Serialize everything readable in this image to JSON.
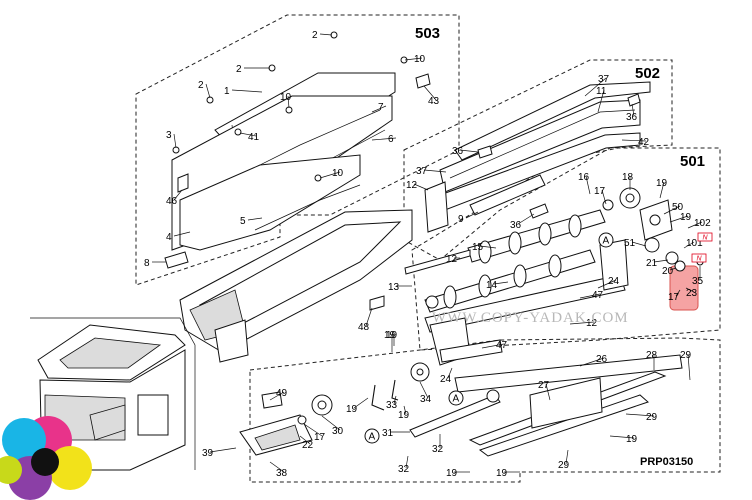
{
  "groups": [
    {
      "id": "503",
      "label": "503"
    },
    {
      "id": "502",
      "label": "502"
    },
    {
      "id": "501",
      "label": "501"
    }
  ],
  "callouts": [
    {
      "id": "g503-2a",
      "text": "2"
    },
    {
      "id": "g503-2b",
      "text": "2"
    },
    {
      "id": "g503-2c",
      "text": "2"
    },
    {
      "id": "g503-10a",
      "text": "10"
    },
    {
      "id": "g503-10b",
      "text": "10"
    },
    {
      "id": "g503-10c",
      "text": "10"
    },
    {
      "id": "g503-1",
      "text": "1"
    },
    {
      "id": "g503-7",
      "text": "7"
    },
    {
      "id": "g503-43",
      "text": "43"
    },
    {
      "id": "g503-3",
      "text": "3"
    },
    {
      "id": "g503-41",
      "text": "41"
    },
    {
      "id": "g503-6",
      "text": "6"
    },
    {
      "id": "g503-46",
      "text": "46"
    },
    {
      "id": "g503-5",
      "text": "5"
    },
    {
      "id": "g503-4",
      "text": "4"
    },
    {
      "id": "g503-8",
      "text": "8"
    },
    {
      "id": "g502-37a",
      "text": "37"
    },
    {
      "id": "g502-11",
      "text": "11"
    },
    {
      "id": "g502-36a",
      "text": "36"
    },
    {
      "id": "g502-42",
      "text": "42"
    },
    {
      "id": "g502-36b",
      "text": "36"
    },
    {
      "id": "g502-37b",
      "text": "37"
    },
    {
      "id": "g502-12a",
      "text": "12"
    },
    {
      "id": "g502-9",
      "text": "9"
    },
    {
      "id": "g502-36c",
      "text": "36"
    },
    {
      "id": "g501-16",
      "text": "16"
    },
    {
      "id": "g501-17a",
      "text": "17"
    },
    {
      "id": "g501-18",
      "text": "18"
    },
    {
      "id": "g501-19a",
      "text": "19"
    },
    {
      "id": "g501-50",
      "text": "50"
    },
    {
      "id": "g501-19b",
      "text": "19"
    },
    {
      "id": "g501-102",
      "text": "102"
    },
    {
      "id": "g501-101",
      "text": "101"
    },
    {
      "id": "g501-51",
      "text": "51"
    },
    {
      "id": "g501-15",
      "text": "15"
    },
    {
      "id": "g501-12b",
      "text": "12"
    },
    {
      "id": "g501-21",
      "text": "21"
    },
    {
      "id": "g501-20",
      "text": "20"
    },
    {
      "id": "g501-35",
      "text": "35"
    },
    {
      "id": "g501-23",
      "text": "23"
    },
    {
      "id": "g501-17b",
      "text": "17"
    },
    {
      "id": "g501-13",
      "text": "13"
    },
    {
      "id": "g501-14",
      "text": "14"
    },
    {
      "id": "g501-24a",
      "text": "24"
    },
    {
      "id": "g501-47a",
      "text": "47"
    },
    {
      "id": "g501-12c",
      "text": "12"
    },
    {
      "id": "g501-48",
      "text": "48"
    },
    {
      "id": "low-19a",
      "text": "19"
    },
    {
      "id": "low-47b",
      "text": "47"
    },
    {
      "id": "low-24b",
      "text": "24"
    },
    {
      "id": "low-26",
      "text": "26"
    },
    {
      "id": "low-28",
      "text": "28"
    },
    {
      "id": "low-29a",
      "text": "29"
    },
    {
      "id": "low-27",
      "text": "27"
    },
    {
      "id": "low-29b",
      "text": "29"
    },
    {
      "id": "low-19b",
      "text": "19"
    },
    {
      "id": "low-29c",
      "text": "29"
    },
    {
      "id": "low-19c",
      "text": "19"
    },
    {
      "id": "low-19d",
      "text": "19"
    },
    {
      "id": "low-32a",
      "text": "32"
    },
    {
      "id": "low-31",
      "text": "31"
    },
    {
      "id": "low-32b",
      "text": "32"
    },
    {
      "id": "low-33",
      "text": "33"
    },
    {
      "id": "low-19e",
      "text": "19"
    },
    {
      "id": "low-34",
      "text": "34"
    },
    {
      "id": "low-19f",
      "text": "19"
    },
    {
      "id": "low-49",
      "text": "49"
    },
    {
      "id": "low-17c",
      "text": "17"
    },
    {
      "id": "low-22",
      "text": "22"
    },
    {
      "id": "low-30",
      "text": "30"
    },
    {
      "id": "low-39",
      "text": "39"
    },
    {
      "id": "low-38",
      "text": "38"
    },
    {
      "id": "low-19g",
      "text": "19"
    }
  ],
  "markers": [
    {
      "id": "a1",
      "text": "A"
    },
    {
      "id": "a2",
      "text": "A"
    },
    {
      "id": "a3",
      "text": "A"
    }
  ],
  "notes": [
    {
      "id": "n1",
      "text": "N"
    },
    {
      "id": "n2",
      "text": "N"
    }
  ],
  "watermark": "WWW.COPY-YADAK.COM",
  "drawing_code": "PRP03150",
  "colors": {
    "highlight": "#f5a3a3",
    "highlight_stroke": "#d9534f",
    "note": "#e0001a"
  }
}
